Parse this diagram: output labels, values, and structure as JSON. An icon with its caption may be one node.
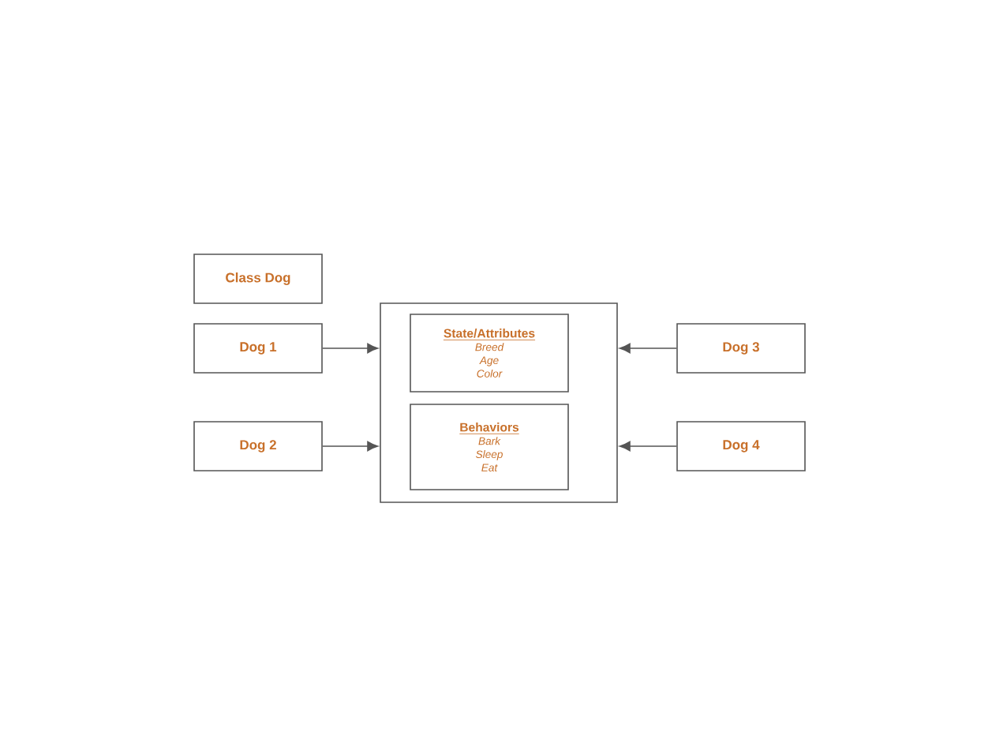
{
  "diagram": {
    "nodes": [
      {
        "text": [
          "Class Dog"
        ]
      },
      {
        "text": [
          "Dog 1"
        ]
      },
      {
        "text": [
          "Dog 2"
        ]
      },
      {
        "text": [],
        "shape": "box"
      },
      {
        "text": [
          "State/Attributes",
          "Breed",
          "Age",
          "Color"
        ],
        "in": 3
      },
      {
        "text": [
          "Behaviors",
          "Bark",
          "Sleep",
          "Eat"
        ],
        "in": 3
      },
      {
        "text": [
          "Dog 3"
        ]
      },
      {
        "text": [
          "Dog 4"
        ]
      }
    ],
    "edges": [
      {
        "from": 1,
        "to": 3,
        "arrow": "to"
      },
      {
        "from": 2,
        "to": 3,
        "arrow": "to"
      },
      {
        "from": 6,
        "to": 3,
        "arrow": "to"
      },
      {
        "from": 7,
        "to": 3,
        "arrow": "to"
      }
    ]
  }
}
